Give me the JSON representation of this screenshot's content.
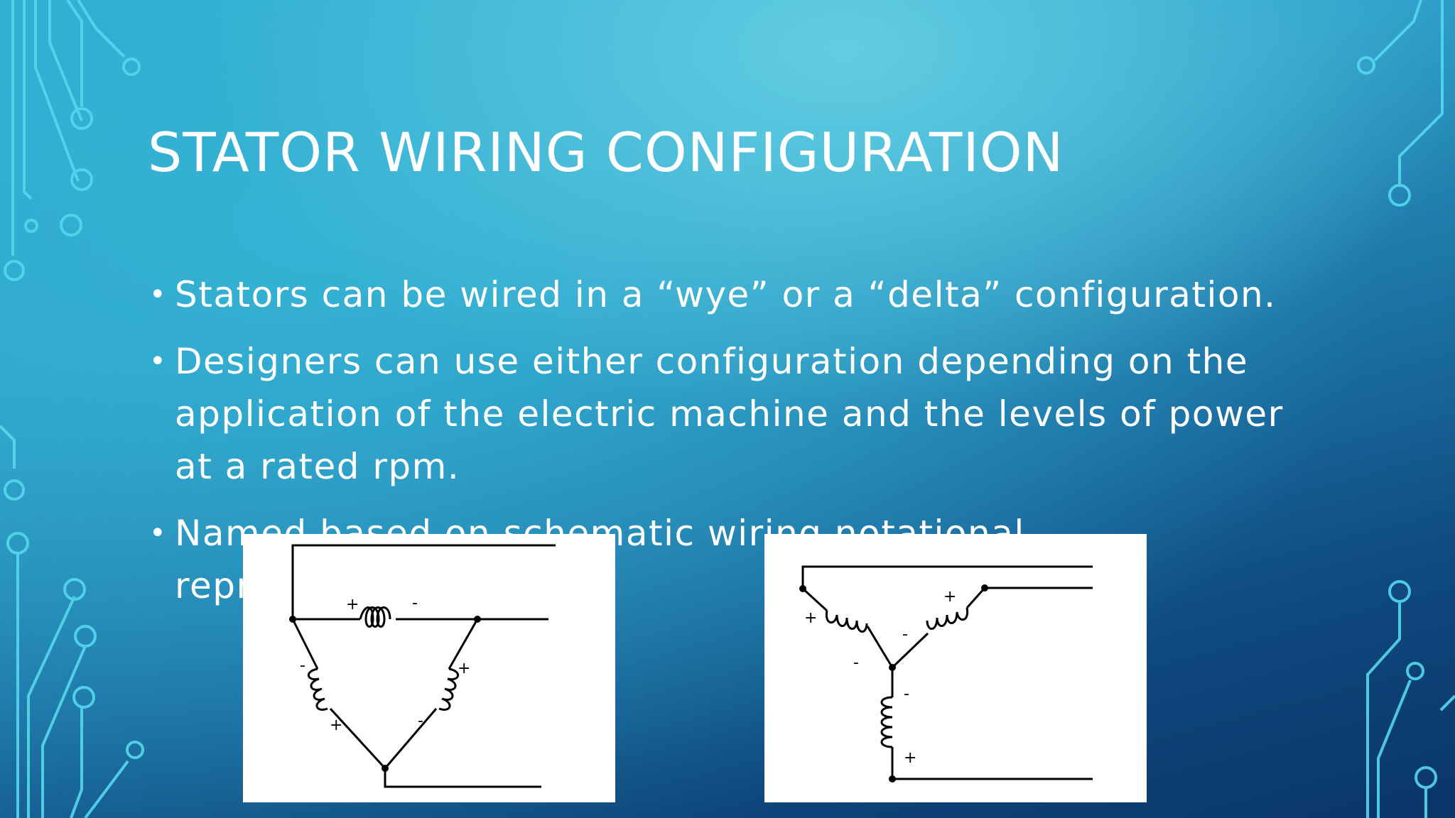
{
  "slide": {
    "title": "STATOR WIRING CONFIGURATION",
    "bullets": [
      "Stators can be wired in a “wye” or a “delta” configuration.",
      "Designers can use either configuration depending on the application of the electric machine and the levels of power at a rated rpm.",
      "Named based on schematic wiring notational representation."
    ]
  },
  "diagrams": {
    "delta": {
      "plus": "+",
      "minus": "-"
    },
    "wye": {
      "plus": "+",
      "minus": "-"
    }
  },
  "colors": {
    "circuit_decor": "#4fd7ea",
    "background_top": "#3fbddc",
    "background_bottom": "#0a3569"
  }
}
